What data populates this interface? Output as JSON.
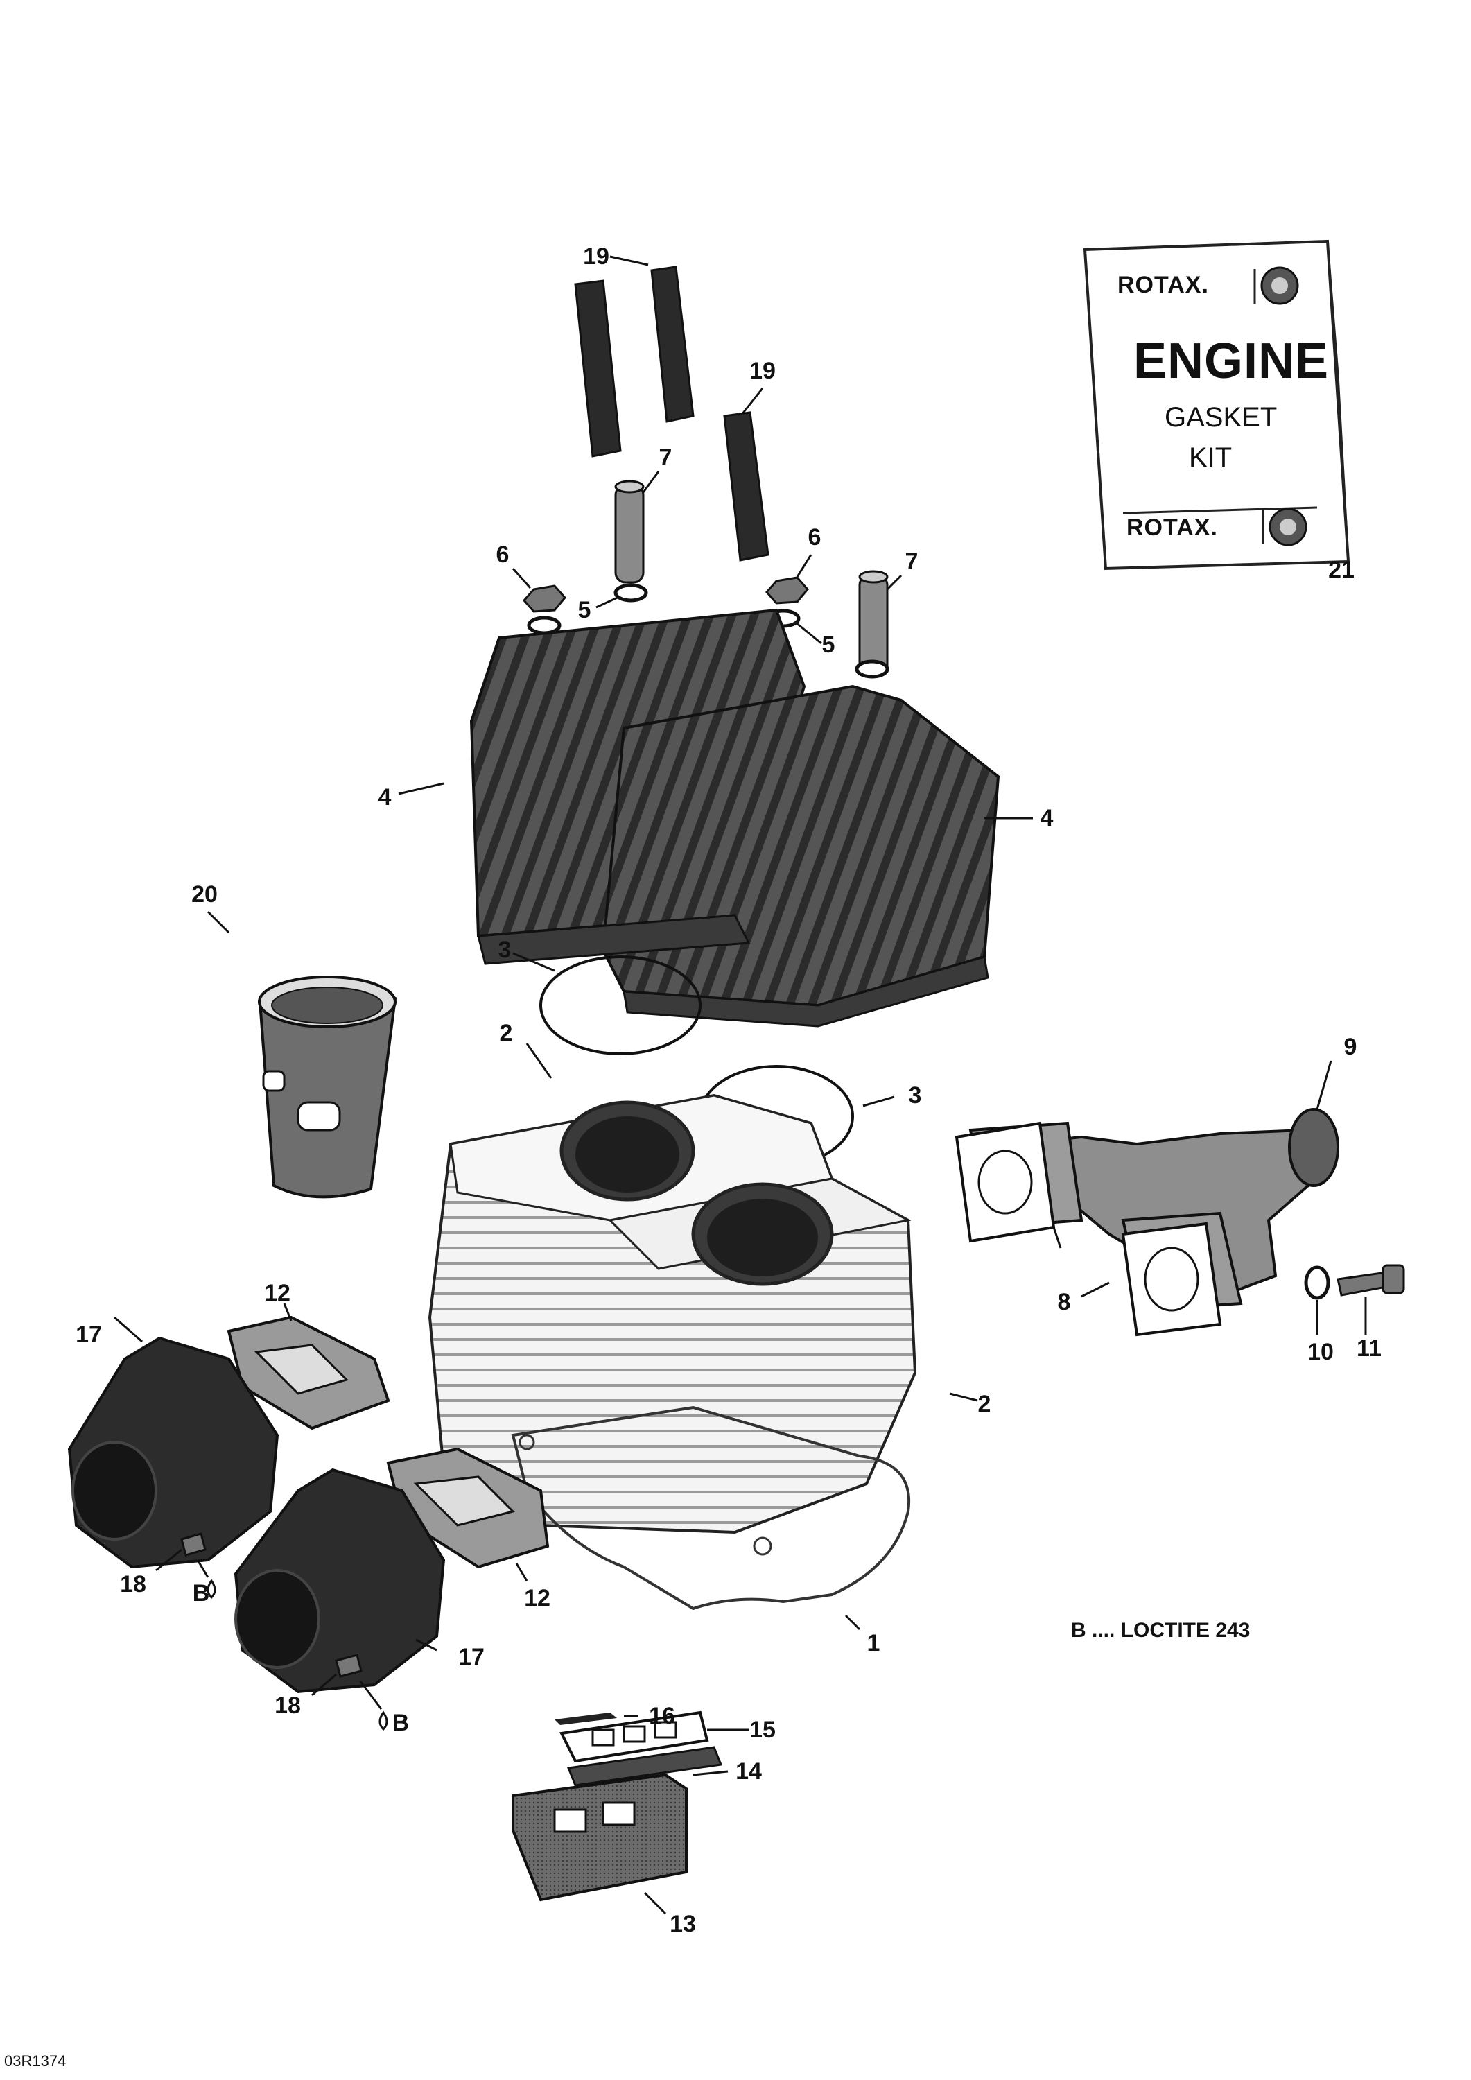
{
  "diagram": {
    "callouts": {
      "c1": "1",
      "c2a": "2",
      "c2b": "2",
      "c3a": "3",
      "c3b": "3",
      "c4a": "4",
      "c4b": "4",
      "c5a": "5",
      "c5b": "5",
      "c6a": "6",
      "c6b": "6",
      "c7a": "7",
      "c7b": "7",
      "c8": "8",
      "c9": "9",
      "c10": "10",
      "c11": "11",
      "c12a": "12",
      "c12b": "12",
      "c13": "13",
      "c14": "14",
      "c15": "15",
      "c16": "16",
      "c17a": "17",
      "c17b": "17",
      "c18a": "18",
      "c18b": "18",
      "c19a": "19",
      "c19b": "19",
      "c20": "20",
      "c21": "21",
      "b_mark_a": "B",
      "b_mark_b": "B"
    },
    "kit_box": {
      "brand_top": "ROTAX.",
      "title": "ENGINE",
      "line2": "GASKET",
      "line3": "KIT",
      "brand_bottom": "ROTAX."
    },
    "note": "B .... LOCTITE 243",
    "figure_code": "03R1374"
  }
}
